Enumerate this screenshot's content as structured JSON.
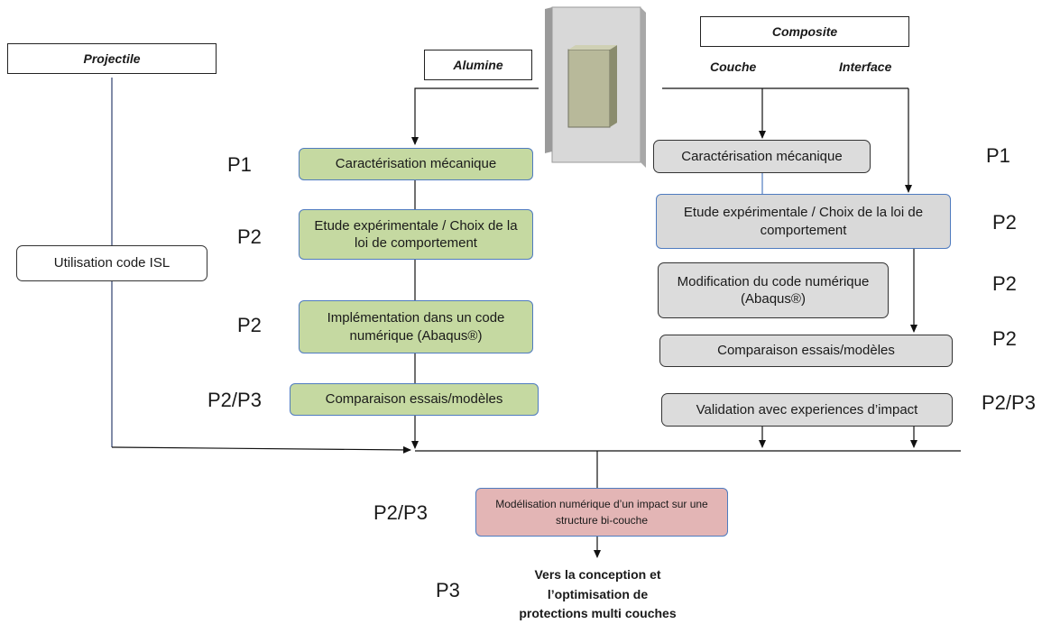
{
  "headers": {
    "projectile": "Projectile",
    "alumine": "Alumine",
    "composite": "Composite",
    "couche": "Couche",
    "interface": "Interface"
  },
  "left_box": "Utilisation code ISL",
  "alumine_steps": [
    "Caractérisation mécanique",
    "Etude expérimentale / Choix de la loi de comportement",
    "Implémentation dans un code numérique (Abaqus®)",
    "Comparaison essais/modèles"
  ],
  "composite_steps": [
    "Caractérisation mécanique",
    "Etude expérimentale / Choix de la loi de comportement",
    "Modification du code numérique (Abaqus®)",
    "Comparaison essais/modèles",
    "Validation avec experiences d’impact"
  ],
  "final_box": "Modélisation numérique d’un impact sur une structure bi-couche",
  "final_text": "Vers la conception et l’optimisation de protections multi couches",
  "phase_labels_left": [
    "P1",
    "P2",
    "P2",
    "P2/P3",
    "P2/P3",
    "P3"
  ],
  "phase_labels_right": [
    "P1",
    "P2",
    "P2",
    "P2",
    "P2/P3"
  ],
  "colors": {
    "alumine_box": "#c5d9a1",
    "composite_box": "#d9d9d9",
    "final_box": "#e3b5b5",
    "box_border": "#4f7bbf",
    "plate_outer": "#d8d8d8",
    "plate_inner": "#b8b99a"
  },
  "icons": {
    "plate": "bilayer-plate-icon"
  }
}
